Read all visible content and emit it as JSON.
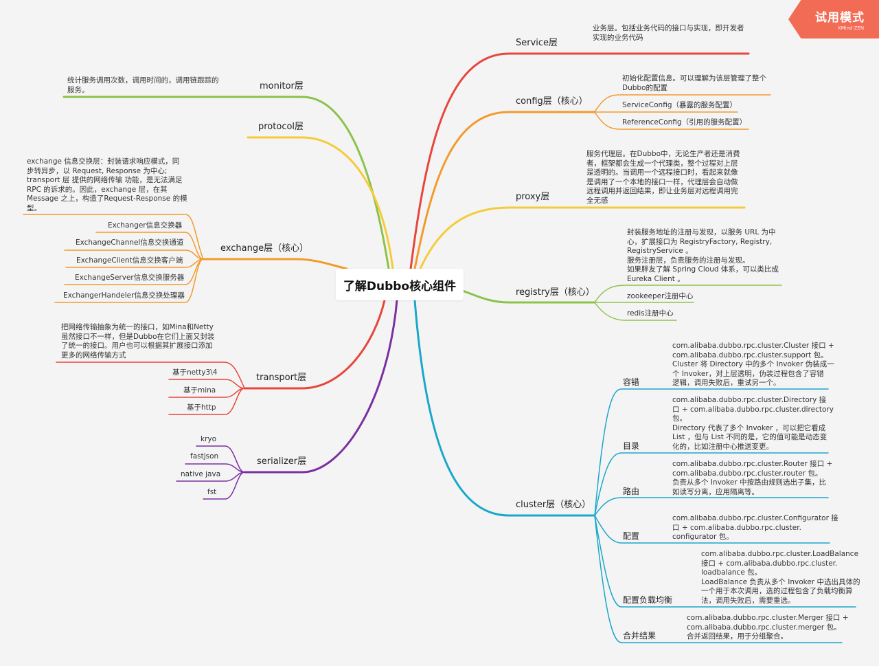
{
  "badge": {
    "title": "试用模式",
    "sub": "XMind·ZEN"
  },
  "root": {
    "title": "了解Dubbo核心组件"
  },
  "colors": {
    "service": "#e8453c",
    "config": "#f39a2b",
    "proxy": "#f5cb3a",
    "registry": "#8bc34a",
    "cluster": "#1aa7cb",
    "monitor": "#8bc34a",
    "protocol": "#f5cb3a",
    "exchange": "#f39a2b",
    "transport": "#e8453c",
    "serializer": "#7b2fa0"
  },
  "right": {
    "service": {
      "label": "Service层",
      "note": "业务层。包括业务代码的接口与实现，即开发者\n实现的业务代码"
    },
    "config": {
      "label": "config层（核心）",
      "children": [
        "初始化配置信息。可以理解为该层管理了整个\nDubbo的配置",
        "ServiceConfig（暴露的服务配置）",
        "ReferenceConfig（引用的服务配置）"
      ]
    },
    "proxy": {
      "label": "proxy层",
      "note": "服务代理层。在Dubbo中，无论生产者还是消费\n者，框架都会生成一个代理类，整个过程对上层\n是透明的。当调用一个远程接口时，看起来就像\n是调用了一个本地的接口一样，代理层会自动做\n远程调用并返回结果，即让业务层对远程调用完\n全无感"
    },
    "registry": {
      "label": "registry层（核心）",
      "children": [
        "封装服务地址的注册与发现，以服务 URL 为中\n心，扩展接口为 RegistryFactory, Registry,\nRegistryService 。\n服务注册层，负责服务的注册与发现。\n如果胖友了解 Spring Cloud 体系，可以类比成\nEureka Client 。",
        "zookeeper注册中心",
        "redis注册中心"
      ]
    },
    "cluster": {
      "label": "cluster层（核心）",
      "children": [
        {
          "label": "容错",
          "note": "com.alibaba.dubbo.rpc.cluster.Cluster 接口 +\ncom.alibaba.dubbo.rpc.cluster.support 包。\nCluster 将 Directory 中的多个 Invoker 伪装成一\n个 Invoker，对上层透明，伪装过程包含了容错\n逻辑，调用失败后，重试另一个。"
        },
        {
          "label": "目录",
          "note": "com.alibaba.dubbo.rpc.cluster.Directory 接\n口 + com.alibaba.dubbo.rpc.cluster.directory\n包。\nDirectory 代表了多个 Invoker ，可以把它看成\nList ，但与 List 不同的是，它的值可能是动态变\n化的，比如注册中心推送变更。"
        },
        {
          "label": "路由",
          "note": "com.alibaba.dubbo.rpc.cluster.Router 接口 +\ncom.alibaba.dubbo.rpc.cluster.router 包。\n负责从多个 Invoker 中按路由规则选出子集，比\n如读写分离，应用隔离等。"
        },
        {
          "label": "配置",
          "note": "com.alibaba.dubbo.rpc.cluster.Configurator 接\n口 + com.alibaba.dubbo.rpc.cluster.\nconfigurator 包。"
        },
        {
          "label": "配置负载均衡",
          "note": "com.alibaba.dubbo.rpc.cluster.LoadBalance\n接口 + com.alibaba.dubbo.rpc.cluster.\nloadbalance 包。\nLoadBalance 负责从多个 Invoker 中选出具体的\n一个用于本次调用，选的过程包含了负载均衡算\n法，调用失败后，需要重选。"
        },
        {
          "label": "合并结果",
          "note": "com.alibaba.dubbo.rpc.cluster.Merger 接口 +\ncom.alibaba.dubbo.rpc.cluster.merger 包。\n合并返回结果，用于分组聚合。"
        }
      ]
    }
  },
  "left": {
    "monitor": {
      "label": "monitor层",
      "note": "统计服务调用次数，调用时间的，调用链跟踪的\n服务。"
    },
    "protocol": {
      "label": "protocol层"
    },
    "exchange": {
      "label": "exchange层（核心）",
      "note": "exchange 信息交换层：封装请求响应模式，同\n步转异步，以 Request, Response 为中心;\ntransport 层 提供的网络传输 功能，是无法满足\nRPC 的诉求的。因此，exchange 层，在其\nMessage 之上，构造了Request-Response 的模\n型。",
      "children": [
        "Exchanger信息交换器",
        "ExchangeChannel信息交换通道",
        "ExchangeClient信息交换客户端",
        "ExchangeServer信息交换服务器",
        "ExchangerHandeler信息交换处理器"
      ]
    },
    "transport": {
      "label": "transport层",
      "note": "把网络传输抽象为统一的接口，如Mina和Netty\n虽然接口不一样，但是Dubbo在它们上面又封装\n了统一的接口。用户也可以根据其扩展接口添加\n更多的网络传输方式",
      "children": [
        "基于netty3\\4",
        "基于mina",
        "基于http"
      ]
    },
    "serializer": {
      "label": "serializer层",
      "children": [
        "kryo",
        "fastjson",
        "native java",
        "fst"
      ]
    }
  }
}
